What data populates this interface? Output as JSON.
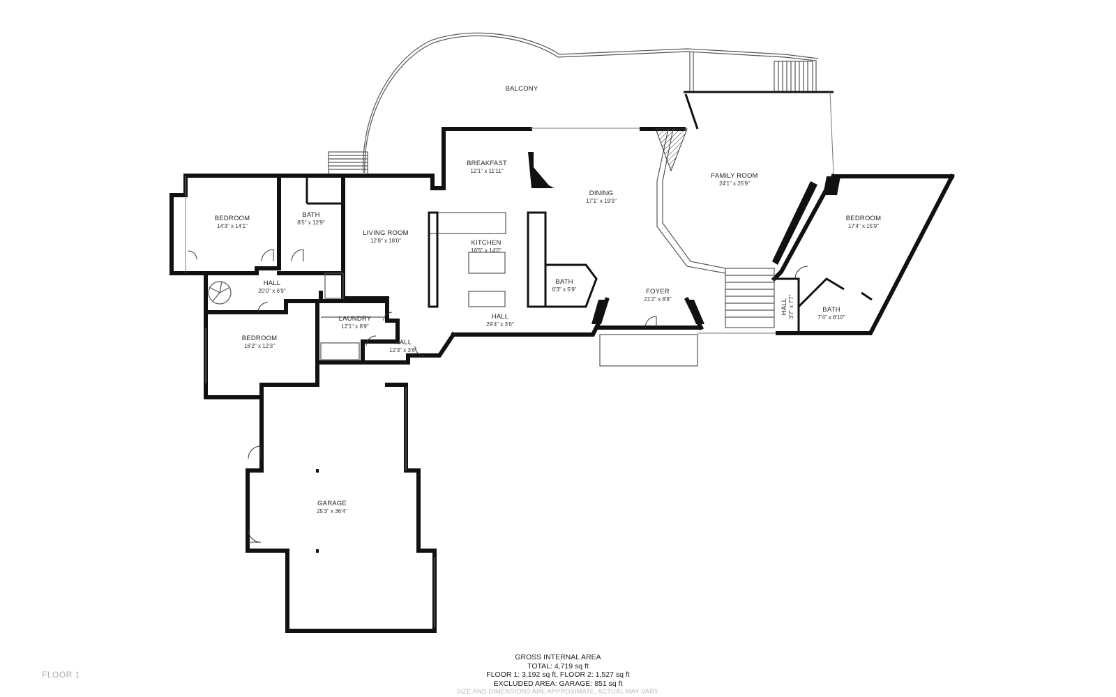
{
  "rooms": {
    "balcony": {
      "name": "BALCONY"
    },
    "breakfast": {
      "name": "BREAKFAST",
      "dim": "12'1\" x 11'11\""
    },
    "dining": {
      "name": "DINING",
      "dim": "17'1\" x 19'9\""
    },
    "family_room": {
      "name": "FAMILY ROOM",
      "dim": "24'1\" x 25'9\""
    },
    "bedroom_east": {
      "name": "BEDROOM",
      "dim": "17'4\" x 15'9\""
    },
    "bedroom_nw": {
      "name": "BEDROOM",
      "dim": "14'3\" x 14'1\""
    },
    "bath_nw": {
      "name": "BATH",
      "dim": "8'5\" x 12'9\""
    },
    "living_room": {
      "name": "LIVING ROOM",
      "dim": "12'8\" x 18'0\""
    },
    "kitchen": {
      "name": "KITCHEN",
      "dim": "16'5\" x 14'0\""
    },
    "bath_center": {
      "name": "BATH",
      "dim": "6'3\" x 5'9\""
    },
    "foyer": {
      "name": "FOYER",
      "dim": "21'2\" x 8'8\""
    },
    "hall_east": {
      "name": "HALL",
      "dim": "3'7\" x 7'7\""
    },
    "bath_east": {
      "name": "BATH",
      "dim": "7'4\" x 8'10\""
    },
    "hall_west": {
      "name": "HALL",
      "dim": "20'0\" x 6'9\""
    },
    "laundry": {
      "name": "LAUNDRY",
      "dim": "12'1\" x 8'9\""
    },
    "hall_center": {
      "name": "HALL",
      "dim": "29'4\" x 3'6\""
    },
    "bedroom_sw": {
      "name": "BEDROOM",
      "dim": "16'2\" x 12'3\""
    },
    "hall_small": {
      "name": "HALL",
      "dim": "12'3\" x 3'6\""
    },
    "garage": {
      "name": "GARAGE",
      "dim": "25'3\" x 36'4\""
    }
  },
  "footer": {
    "heading": "GROSS INTERNAL AREA",
    "total": "TOTAL: 4,719 sq ft",
    "floors": "FLOOR 1: 3,192 sq ft, FLOOR 2: 1,527 sq ft",
    "excluded": "EXCLUDED AREA: GARAGE: 851 sq ft",
    "disclaimer": "SIZE AND DIMENSIONS ARE APPROXIMATE, ACTUAL MAY VARY."
  },
  "floor_label": "FLOOR 1"
}
